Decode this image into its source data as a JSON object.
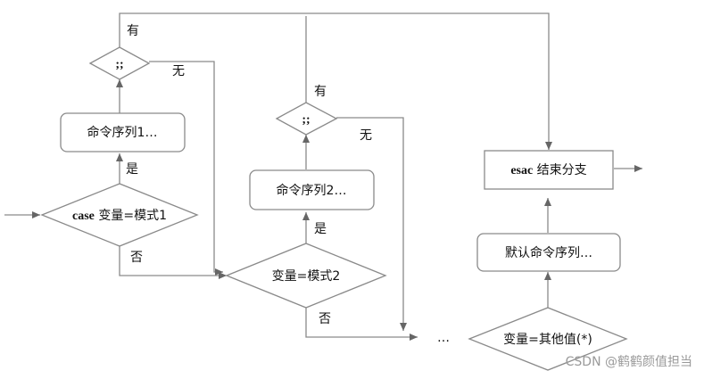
{
  "diagram": {
    "nodes": {
      "case_diamond": {
        "keyword": "case",
        "text": " 变量=模式1"
      },
      "cmd1": {
        "text": "命令序列1…"
      },
      "sep1": {
        "text": ";;"
      },
      "diamond2": {
        "text": "变量=模式2"
      },
      "cmd2": {
        "text": "命令序列2…"
      },
      "sep2": {
        "text": ";;"
      },
      "esac": {
        "keyword": "esac",
        "text": " 结束分支"
      },
      "default_cmd": {
        "text": "默认命令序列…"
      },
      "default_diamond": {
        "text": "变量=其他值(*)"
      }
    },
    "edge_labels": {
      "yes1": "是",
      "no1": "否",
      "has1": "有",
      "none1": "无",
      "yes2": "是",
      "no2": "否",
      "has2": "有",
      "none2": "无",
      "ellipsis": "…"
    },
    "watermark": "CSDN @鹤鹤颜值担当"
  }
}
